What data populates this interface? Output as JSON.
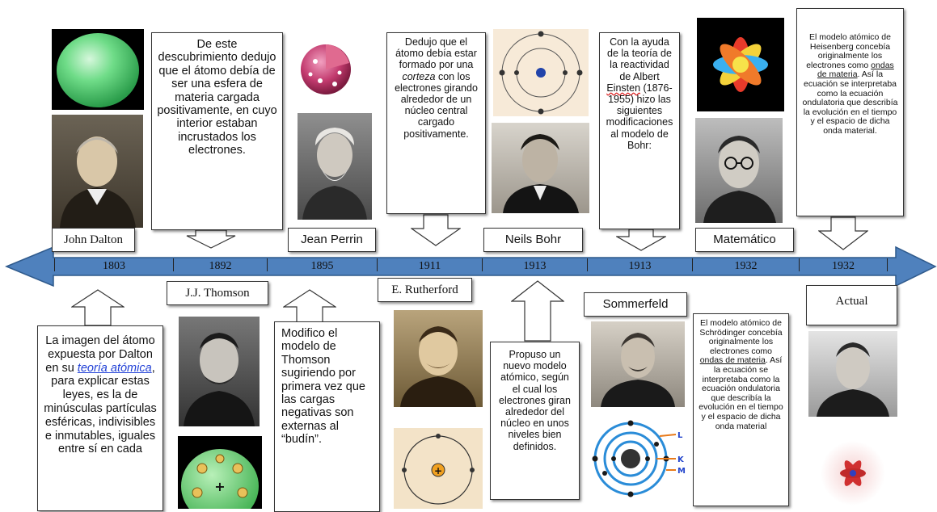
{
  "timeline": {
    "years": [
      "1803",
      "1892",
      "1895",
      "1911",
      "1913",
      "1913",
      "1932",
      "1932"
    ]
  },
  "names": {
    "dalton": "John Dalton",
    "thomson": "J.J. Thomson",
    "perrin": "Jean Perrin",
    "rutherford": "E. Rutherford",
    "bohr": "Neils Bohr",
    "sommerfeld": "Sommerfeld",
    "matematico": "Matemático",
    "actual": "Actual"
  },
  "descriptions": {
    "thomson": "De este descubrimiento dedujo que el átomo debía de ser una esfera de materia cargada positivamente, en cuyo interior estaban incrustados los electrones.",
    "rutherford_a": "Dedujo que el átomo debía estar formado por una",
    "rutherford_em": "corteza",
    "rutherford_b": "con los electrones girando alrededor de un núcleo central cargado positivamente.",
    "sommerfeld_a": "Con la ayuda de la teoría de la reactividad de Albert",
    "sommerfeld_err": "Einsten",
    "sommerfeld_b": "(1876-1955) hizo las siguientes modificaciones al modelo de Bohr:",
    "heisenberg_a": "El modelo atómico de Heisenberg concebía originalmente los electrones como",
    "heisenberg_u": "ondas de materia",
    "heisenberg_b": ". Así la ecuación se interpretaba como la ecuación ondulatoria que describía la evolución en el tiempo y el espacio de dicha onda material.",
    "dalton_a": "La imagen del átomo expuesta por Dalton en su",
    "dalton_link": "teoría atómica",
    "dalton_b": ", para explicar estas leyes, es la de minúsculas partículas esféricas, indivisibles e inmutables, iguales entre sí en cada",
    "perrin": "Modifico el modelo de Thomson sugiriendo por primera vez que las cargas negativas son externas al “budín”.",
    "bohr": "Propuso un nuevo modelo atómico, según el cual los electrones giran alrededor del núcleo en unos niveles bien definidos.",
    "schrodinger_a": "El modelo atómico de Schrödinger concebía originalmente los electrones como",
    "schrodinger_u": "ondas de materia",
    "schrodinger_b": ". Así la ecuación se interpretaba como la ecuación ondulatoria que describía la evolución en el tiempo y el espacio de dicha onda material"
  },
  "diagram_labels": {
    "plus": "+",
    "shell_l": "L",
    "shell_k": "K",
    "shell_m": "M"
  },
  "colors": {
    "timeline_bar": "#4f81bd",
    "timeline_border": "#2f5a8c",
    "link": "#1f3fd6",
    "ring_blue": "#2a8cd8"
  }
}
